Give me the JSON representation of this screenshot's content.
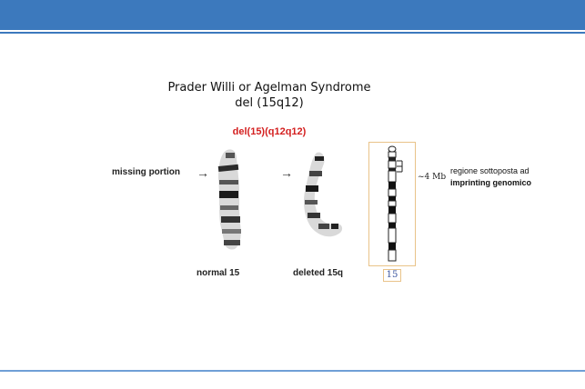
{
  "header": {
    "color": "#3c79bd"
  },
  "slide": {
    "title": "Prader Willi or Agelman Syndrome",
    "title_line2": "del (15q12)",
    "red_label": "del(15)(q12q12)",
    "missing_portion": "missing portion",
    "normal_label": "normal 15",
    "deleted_label": "deleted 15q",
    "ideogram_number": "15",
    "size_label": "~4 Mb",
    "note_line1": "regione sottoposta ad",
    "note_line2": "imprinting genomico",
    "colors": {
      "red": "#d42020",
      "accent": "#3c79bd",
      "box_border": "#e9c389"
    }
  }
}
